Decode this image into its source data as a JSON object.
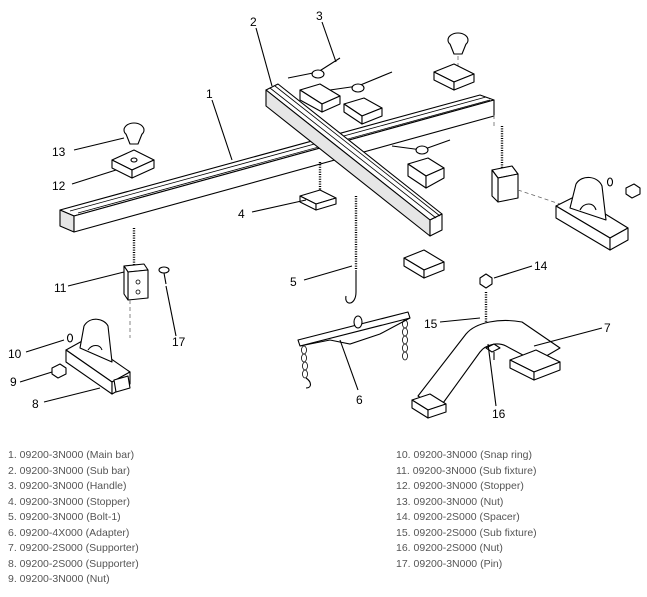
{
  "callouts": [
    "1",
    "2",
    "3",
    "4",
    "5",
    "6",
    "7",
    "8",
    "9",
    "10",
    "11",
    "12",
    "13",
    "14",
    "15",
    "16",
    "17"
  ],
  "parts_left": [
    "1. 09200-3N000 (Main bar)",
    "2. 09200-3N000 (Sub bar)",
    "3. 09200-3N000 (Handle)",
    "4. 09200-3N000 (Stopper)",
    "5. 09200-3N000 (Bolt-1)",
    "6. 09200-4X000 (Adapter)",
    "7. 09200-2S000 (Supporter)",
    "8. 09200-2S000 (Supporter)",
    "9. 09200-3N000 (Nut)"
  ],
  "parts_right": [
    "10. 09200-3N000 (Snap ring)",
    "11. 09200-3N000 (Sub fixture)",
    "12. 09200-3N000 (Stopper)",
    "13. 09200-3N000 (Nut)",
    "14. 09200-2S000 (Spacer)",
    "15. 09200-2S000 (Sub fixture)",
    "16. 09200-2S000 (Nut)",
    "17. 09200-3N000 (Pin)"
  ]
}
